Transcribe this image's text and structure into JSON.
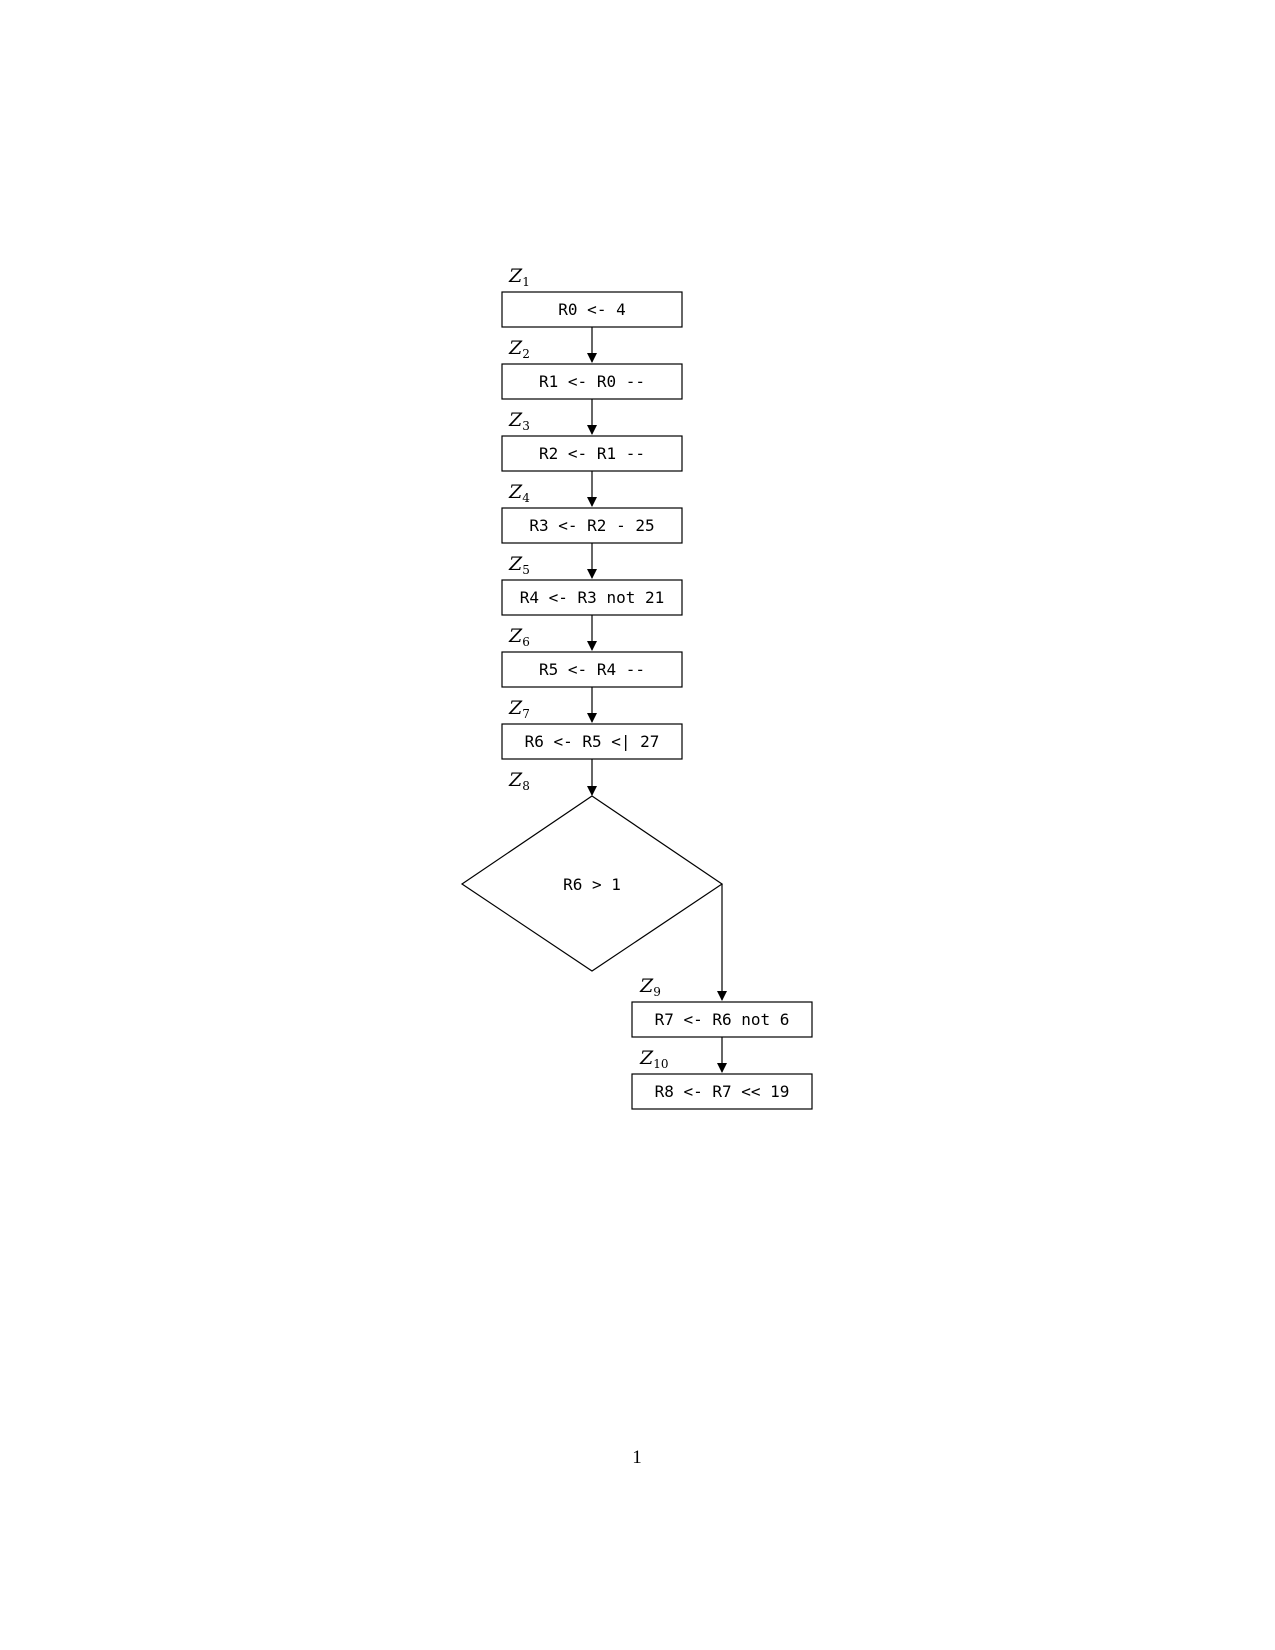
{
  "flowchart": {
    "nodes": [
      {
        "id": "Z1",
        "label_main": "Z",
        "label_sub": "1",
        "text": "R0 <- 4",
        "shape": "rect"
      },
      {
        "id": "Z2",
        "label_main": "Z",
        "label_sub": "2",
        "text": "R1 <- R0 --",
        "shape": "rect"
      },
      {
        "id": "Z3",
        "label_main": "Z",
        "label_sub": "3",
        "text": "R2 <- R1 --",
        "shape": "rect"
      },
      {
        "id": "Z4",
        "label_main": "Z",
        "label_sub": "4",
        "text": "R3 <- R2 - 25",
        "shape": "rect"
      },
      {
        "id": "Z5",
        "label_main": "Z",
        "label_sub": "5",
        "text": "R4 <- R3 not 21",
        "shape": "rect"
      },
      {
        "id": "Z6",
        "label_main": "Z",
        "label_sub": "6",
        "text": "R5 <- R4 --",
        "shape": "rect"
      },
      {
        "id": "Z7",
        "label_main": "Z",
        "label_sub": "7",
        "text": "R6 <- R5 <| 27",
        "shape": "rect"
      },
      {
        "id": "Z8",
        "label_main": "Z",
        "label_sub": "8",
        "text": "R6 > 1",
        "shape": "diamond"
      },
      {
        "id": "Z9",
        "label_main": "Z",
        "label_sub": "9",
        "text": "R7 <- R6 not 6",
        "shape": "rect"
      },
      {
        "id": "Z10",
        "label_main": "Z",
        "label_sub": "10",
        "text": "R8 <- R7 << 19",
        "shape": "rect"
      }
    ],
    "edges": [
      [
        "Z1",
        "Z2"
      ],
      [
        "Z2",
        "Z3"
      ],
      [
        "Z3",
        "Z4"
      ],
      [
        "Z4",
        "Z5"
      ],
      [
        "Z5",
        "Z6"
      ],
      [
        "Z6",
        "Z7"
      ],
      [
        "Z7",
        "Z8"
      ],
      [
        "Z8",
        "Z9"
      ],
      [
        "Z9",
        "Z10"
      ]
    ]
  },
  "page_number": "1"
}
